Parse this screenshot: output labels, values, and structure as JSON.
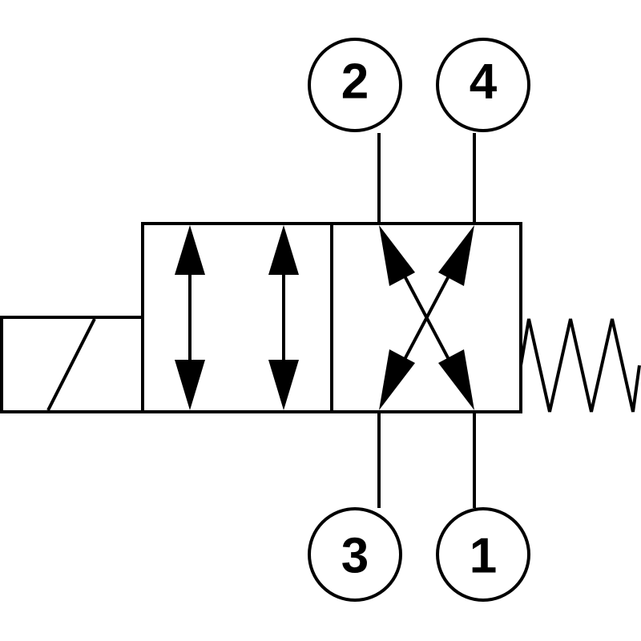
{
  "diagram": {
    "ports": {
      "top_left": "2",
      "top_right": "4",
      "bottom_left": "3",
      "bottom_right": "1"
    },
    "colors": {
      "stroke": "#000000",
      "background": "#ffffff"
    }
  }
}
